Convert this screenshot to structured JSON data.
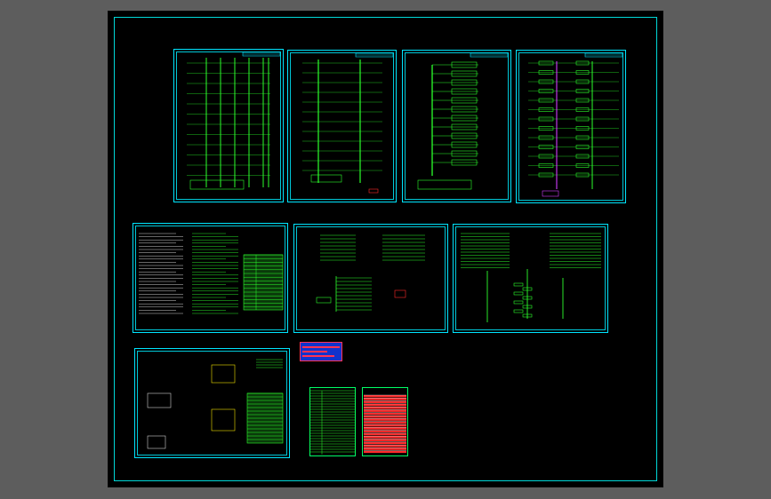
{
  "app": {
    "title": "",
    "theme": {
      "background": "#000000",
      "canvas_border": "#00d8d8",
      "drawing_line": "#2cff2c",
      "sheet_border": "#00e5ff",
      "accent_red": "#ff2a2a",
      "accent_blue": "#1133cc",
      "accent_yellow": "#f0e000",
      "accent_magenta": "#d03cff"
    }
  },
  "sheets": [
    {
      "id": "riser-1",
      "kind": "riser-diagram",
      "icon": "riser-diagram-icon"
    },
    {
      "id": "riser-2",
      "kind": "riser-diagram",
      "icon": "riser-diagram-icon"
    },
    {
      "id": "riser-3",
      "kind": "riser-diagram",
      "icon": "riser-diagram-icon"
    },
    {
      "id": "riser-4",
      "kind": "riser-diagram",
      "icon": "riser-diagram-icon"
    },
    {
      "id": "notes",
      "kind": "design-notes",
      "icon": "notes-sheet-icon"
    },
    {
      "id": "system-1",
      "kind": "system-diagram",
      "icon": "system-diagram-icon"
    },
    {
      "id": "system-2",
      "kind": "system-diagram",
      "icon": "system-diagram-icon"
    },
    {
      "id": "details",
      "kind": "detail-sheet",
      "icon": "detail-sheet-icon"
    },
    {
      "id": "legend-block",
      "kind": "legend",
      "icon": "legend-icon"
    },
    {
      "id": "table-green",
      "kind": "schedule-table",
      "icon": "table-icon"
    },
    {
      "id": "table-red",
      "kind": "schedule-table",
      "icon": "table-icon"
    }
  ]
}
